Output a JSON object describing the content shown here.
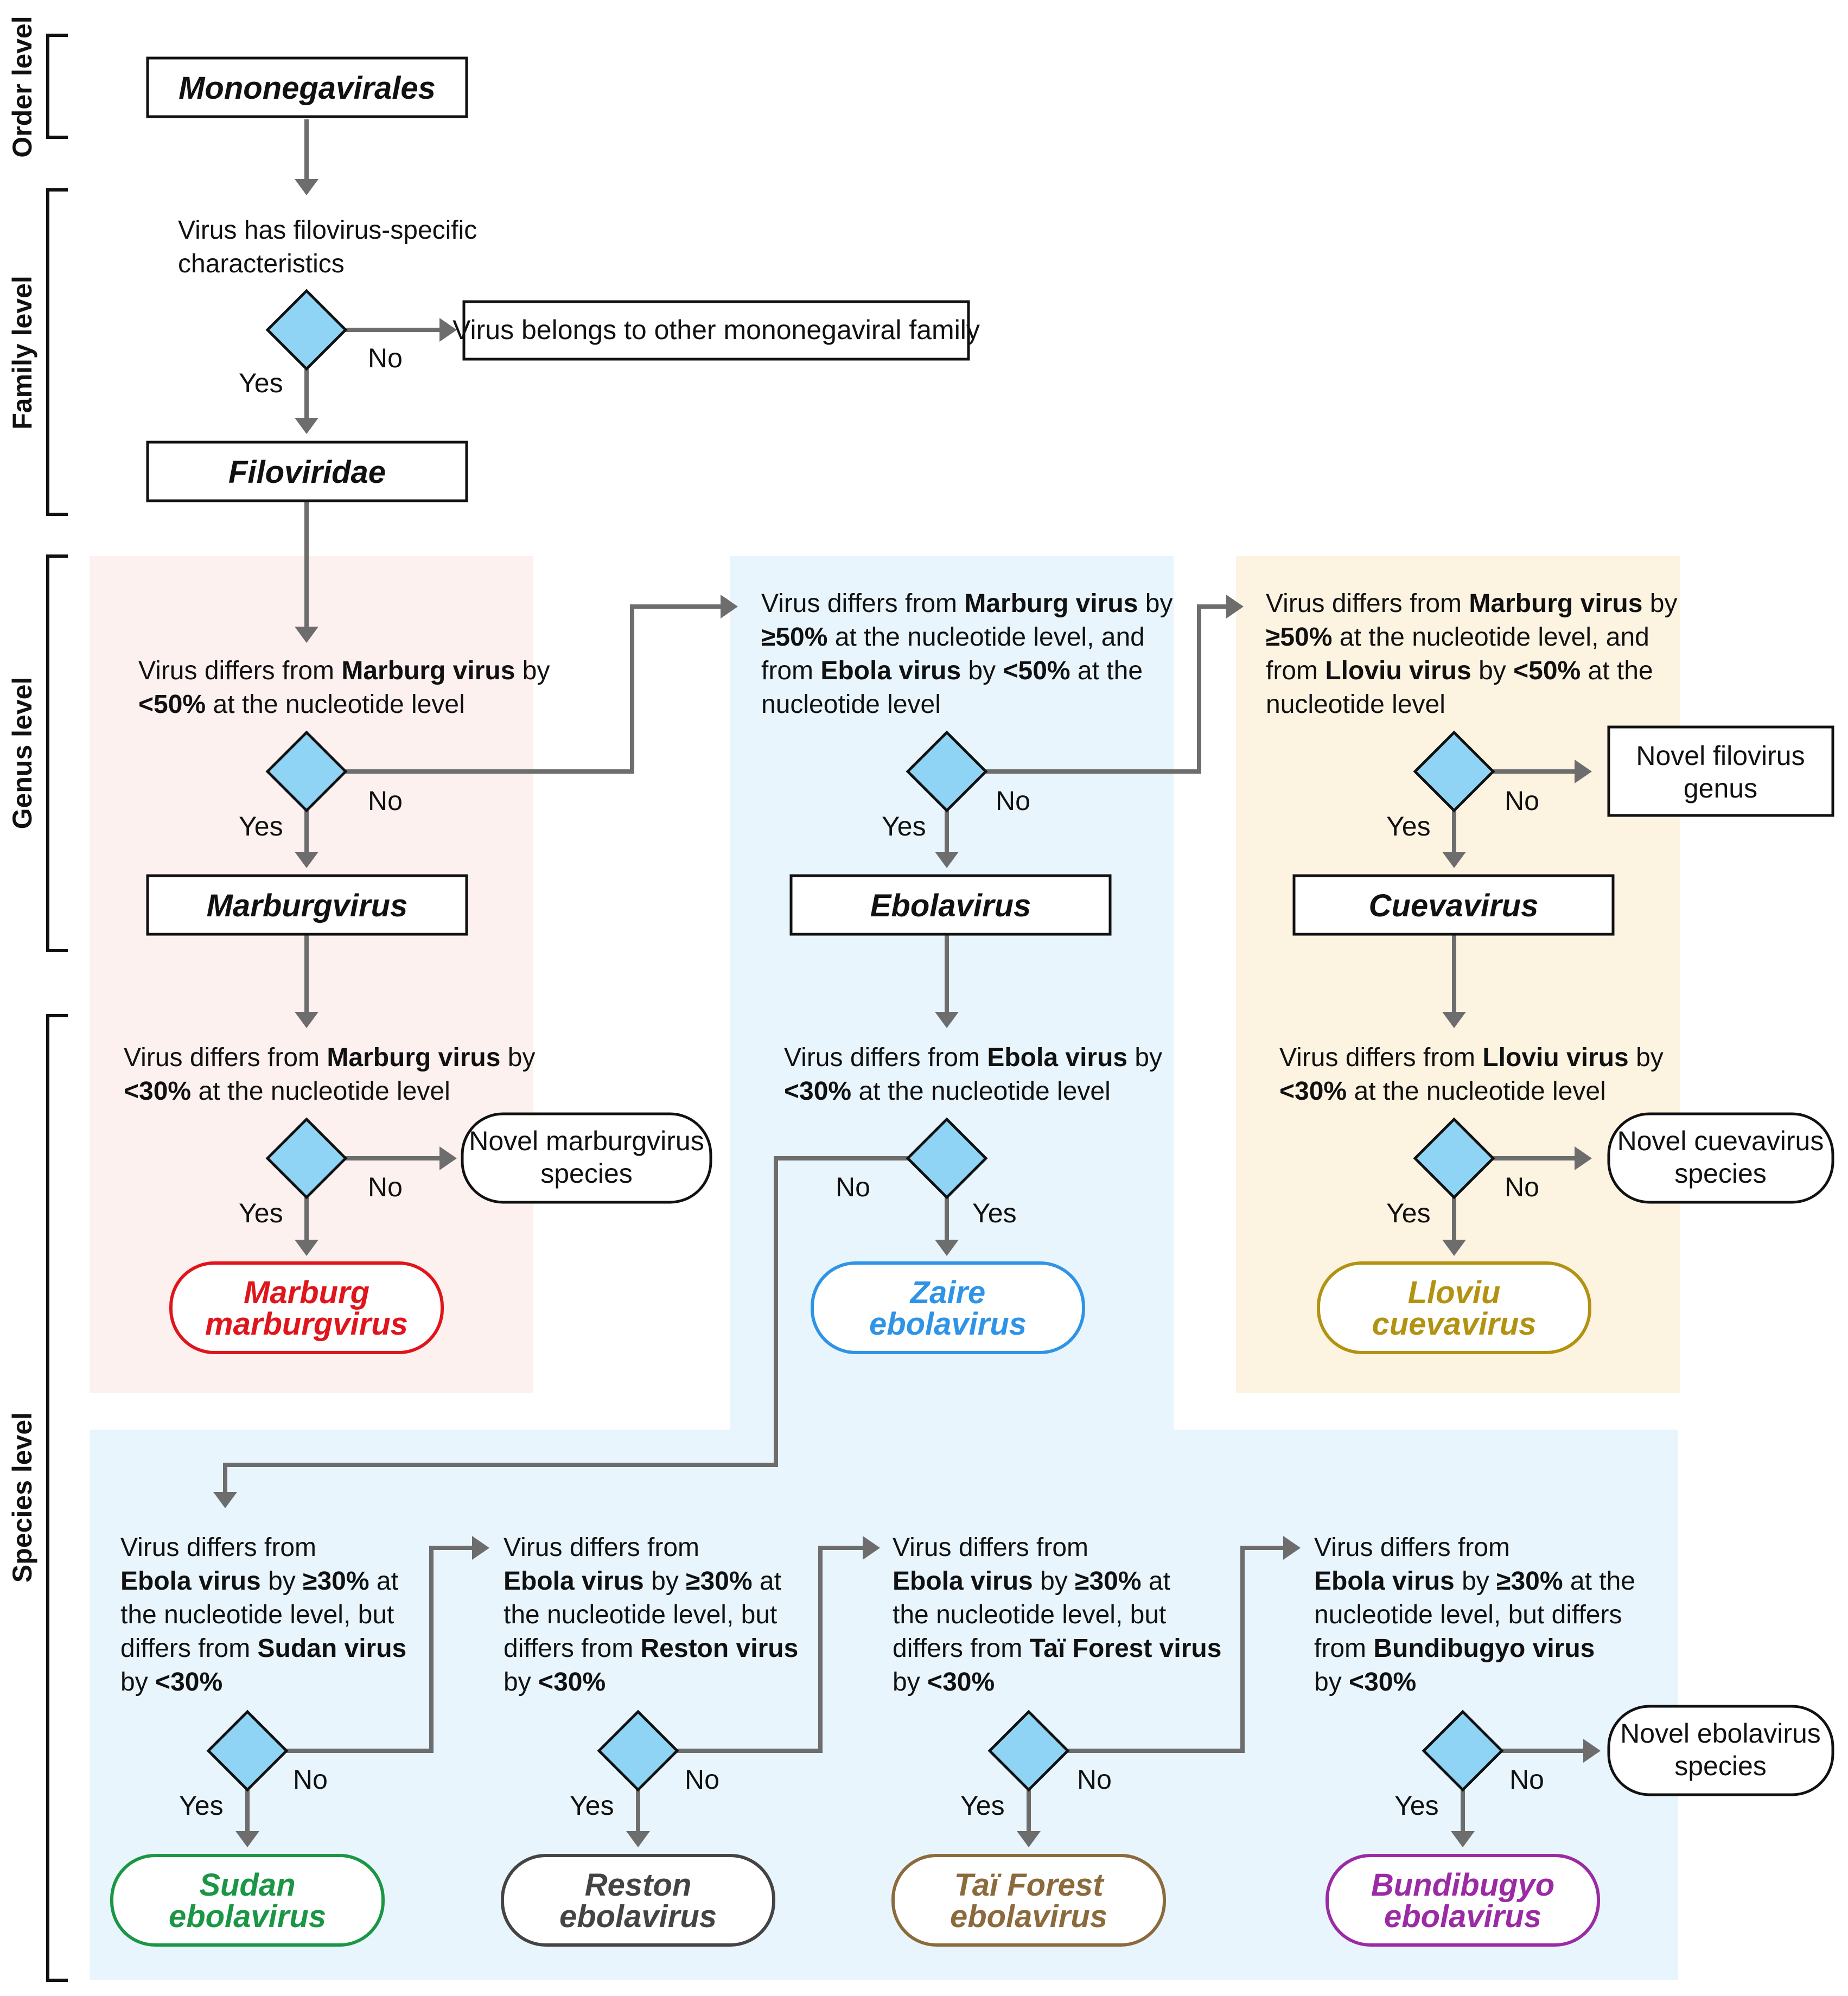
{
  "levels": {
    "order": "Order level",
    "family": "Family level",
    "genus": "Genus level",
    "species": "Species level"
  },
  "colors": {
    "marburg_panel": "#fdf1f0",
    "ebola_panel": "#e8f5fc",
    "cueva_panel": "#fdf3e1",
    "diamond": "#8fd3f5",
    "arrow": "#6d6d6d",
    "marburg_species": "#e0151b",
    "zaire_species": "#2f93e6",
    "lloviu_species": "#b39212",
    "sudan_species": "#1a9645",
    "reston_species": "#444444",
    "tai_species": "#8b6a3c",
    "bundibugyo_species": "#9b2aa5"
  },
  "taxa": {
    "order": "Mononegavirales",
    "family": "Filoviridae",
    "marburgvirus": "Marburgvirus",
    "ebolavirus": "Ebolavirus",
    "cuevavirus": "Cuevavirus"
  },
  "questions": {
    "family": {
      "l1": "Virus has filovirus-specific",
      "l2": "characteristics"
    },
    "genus_marburg": {
      "l1a": "Virus differs from ",
      "l1b": "Marburg virus",
      "l1c": " by",
      "l2a": "<50%",
      "l2b": " at the nucleotide level"
    },
    "genus_ebola": {
      "l1a": "Virus differs from ",
      "l1b": "Marburg virus",
      "l1c": " by",
      "l2a": "≥50%",
      "l2b": " at the nucleotide level, and",
      "l3a": "from ",
      "l3b": "Ebola virus",
      "l3c": " by ",
      "l3d": "<50%",
      "l3e": " at the",
      "l4": "nucleotide level"
    },
    "genus_cueva": {
      "l1a": "Virus differs from ",
      "l1b": "Marburg virus",
      "l1c": " by",
      "l2a": "≥50%",
      "l2b": " at the nucleotide level, and",
      "l3a": "from ",
      "l3b": "Lloviu virus",
      "l3c": " by ",
      "l3d": "<50%",
      "l3e": " at the",
      "l4": "nucleotide level"
    },
    "species_marburg": {
      "l1a": "Virus differs from ",
      "l1b": "Marburg virus",
      "l1c": " by",
      "l2a": "<30%",
      "l2b": " at the nucleotide level"
    },
    "species_ebola": {
      "l1a": "Virus differs from ",
      "l1b": "Ebola virus",
      "l1c": " by",
      "l2a": "<30%",
      "l2b": " at the nucleotide level"
    },
    "species_lloviu": {
      "l1a": "Virus differs from ",
      "l1b": "Lloviu virus",
      "l1c": " by",
      "l2a": "<30%",
      "l2b": " at the nucleotide level"
    },
    "sudan": {
      "l1": "Virus differs from",
      "l2a": "Ebola virus",
      "l2b": " by ",
      "l2c": "≥30%",
      "l2d": " at",
      "l3": "the nucleotide level, but",
      "l4a": "differs from ",
      "l4b": "Sudan virus",
      "l5a": "by ",
      "l5b": "<30%"
    },
    "reston": {
      "l1": "Virus differs from",
      "l2a": "Ebola virus",
      "l2b": " by ",
      "l2c": "≥30%",
      "l2d": " at",
      "l3": "the nucleotide level, but",
      "l4a": "differs from ",
      "l4b": "Reston virus",
      "l5a": "by ",
      "l5b": "<30%"
    },
    "tai": {
      "l1": "Virus differs from",
      "l2a": "Ebola virus",
      "l2b": " by ",
      "l2c": "≥30%",
      "l2d": " at",
      "l3": "the nucleotide level, but",
      "l4a": "differs from ",
      "l4b": "Taï Forest virus",
      "l5a": "by ",
      "l5b": "<30%"
    },
    "bundibugyo": {
      "l1": "Virus differs from",
      "l2a": "Ebola virus",
      "l2b": " by ",
      "l2c": "≥30%",
      "l2d": " at the",
      "l3": "nucleotide level, but differs",
      "l4a": "from ",
      "l4b": "Bundibugyo virus",
      "l5a": "by ",
      "l5b": "<30%"
    }
  },
  "answers": {
    "yes": "Yes",
    "no": "No"
  },
  "outcomes": {
    "other_family": "Virus belongs to other mononegaviral family",
    "novel_genus": {
      "l1": "Novel filovirus",
      "l2": "genus"
    },
    "novel_marburgvirus": {
      "l1": "Novel marburgvirus",
      "l2": "species"
    },
    "novel_cuevavirus": {
      "l1": "Novel cuevavirus",
      "l2": "species"
    },
    "novel_ebolavirus": {
      "l1": "Novel ebolavirus",
      "l2": "species"
    }
  },
  "species": {
    "marburg": {
      "l1": "Marburg",
      "l2": "marburgvirus"
    },
    "zaire": {
      "l1": "Zaire",
      "l2": "ebolavirus"
    },
    "lloviu": {
      "l1": "Lloviu",
      "l2": "cuevavirus"
    },
    "sudan": {
      "l1": "Sudan",
      "l2": "ebolavirus"
    },
    "reston": {
      "l1": "Reston",
      "l2": "ebolavirus"
    },
    "tai": {
      "l1": "Taï Forest",
      "l2": "ebolavirus"
    },
    "bundibugyo": {
      "l1": "Bundibugyo",
      "l2": "ebolavirus"
    }
  }
}
